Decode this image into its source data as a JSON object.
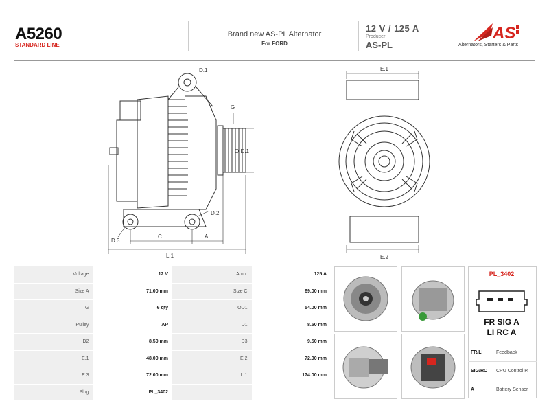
{
  "header": {
    "model": "A5260",
    "line": "STANDARD LINE",
    "description": "Brand new AS-PL Alternator",
    "application": "For FORD",
    "spec": "12 V  /  125 A",
    "producer_label": "Producer",
    "producer": "AS-PL",
    "logo_text": "AS",
    "logo_tagline": "Alternators, Starters & Parts"
  },
  "drawing_labels": {
    "d1": "D.1",
    "g": "G",
    "od1": "O.D.1",
    "d2": "D.2",
    "d3": "D.3",
    "c": "C",
    "a": "A",
    "l1": "L.1",
    "e1": "E.1",
    "e2": "E.2"
  },
  "specs": [
    {
      "k1": "Voltage",
      "v1": "12 V",
      "k2": "Amp.",
      "v2": "125 A"
    },
    {
      "k1": "Size A",
      "v1": "71.00 mm",
      "k2": "Size C",
      "v2": "69.00 mm"
    },
    {
      "k1": "G",
      "v1": "6 qty",
      "k2": "OD1",
      "v2": "54.00 mm"
    },
    {
      "k1": "Pulley",
      "v1": "AP",
      "k2": "D1",
      "v2": "8.50 mm"
    },
    {
      "k1": "D2",
      "v1": "8.50 mm",
      "k2": "D3",
      "v2": "9.50 mm"
    },
    {
      "k1": "E.1",
      "v1": "48.00 mm",
      "k2": "E.2",
      "v2": "72.00 mm"
    },
    {
      "k1": "E.3",
      "v1": "72.00 mm",
      "k2": "L.1",
      "v2": "174.00 mm"
    },
    {
      "k1": "Plug",
      "v1": "PL_3402",
      "k2": "",
      "v2": ""
    }
  ],
  "plug": {
    "name": "PL_3402",
    "pins_row1": "FR SIG  A",
    "pins_row2": "LI  RC  A",
    "legend": [
      {
        "code": "FR/LI",
        "desc": "Feedback"
      },
      {
        "code": "SIG/RC",
        "desc": "CPU Control P."
      },
      {
        "code": "A",
        "desc": "Battery Sensor"
      }
    ]
  },
  "colors": {
    "brand_red": "#d6261f"
  }
}
